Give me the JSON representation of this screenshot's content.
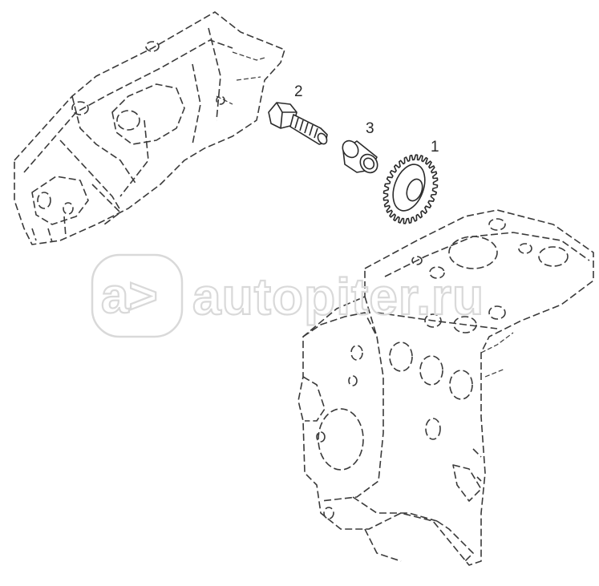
{
  "callouts": [
    {
      "id": "part-1",
      "label": "1"
    },
    {
      "id": "part-2",
      "label": "2"
    },
    {
      "id": "part-3",
      "label": "3"
    }
  ],
  "watermark": {
    "text": "autopiter.ru",
    "logo_text": "a>"
  },
  "colors": {
    "line": "#2a2a2a",
    "watermark": "#d9d9d9",
    "background": "#ffffff"
  }
}
